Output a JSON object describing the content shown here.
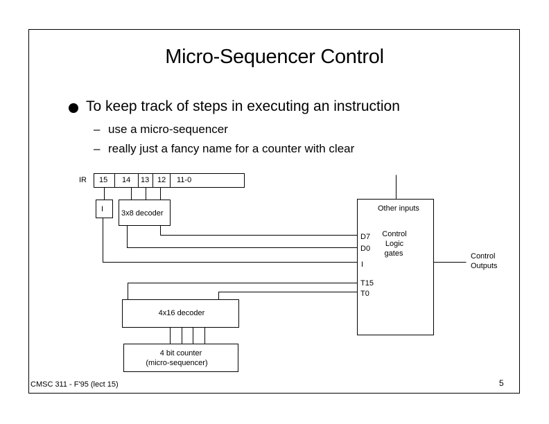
{
  "slide": {
    "title": "Micro-Sequencer Control",
    "bullet": "To keep track of steps in executing an instruction",
    "subbullets": [
      "use a micro-sequencer",
      "really just a fancy name for a counter with clear"
    ],
    "dash": "–",
    "footer_left": "CMSC 311 - F'95 (lect 15)",
    "page_number": "5"
  },
  "diagram": {
    "ir_label": "IR",
    "ir_fields": [
      "15",
      "14",
      "13",
      "12",
      "11-0"
    ],
    "i_box": "I",
    "decoder_3x8": "3x8 decoder",
    "other_inputs": "Other inputs",
    "pins": {
      "d7": "D7",
      "d0": "D0",
      "i": "I",
      "t15": "T15",
      "t0": "T0"
    },
    "logic_lines": [
      "Control",
      "Logic",
      "gates"
    ],
    "output_lines": [
      "Control",
      "Outputs"
    ],
    "decoder_4x16": "4x16 decoder",
    "counter_lines": [
      "4 bit counter",
      "(micro-sequencer)"
    ]
  }
}
